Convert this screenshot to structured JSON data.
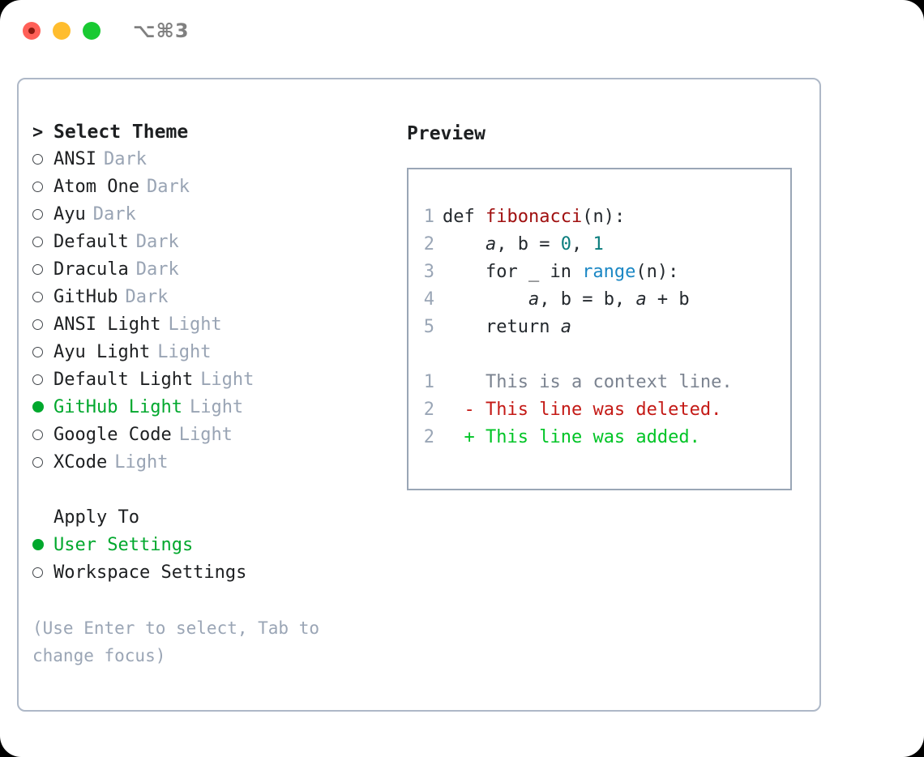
{
  "titlebar": {
    "shortcut": "⌥⌘3",
    "buttons": [
      "close",
      "minimize",
      "maximize"
    ]
  },
  "theme_list": {
    "header_marker": ">",
    "header_label": "Select Theme",
    "items": [
      {
        "marker": "radio",
        "selected": false,
        "label": "ANSI",
        "variant": "Dark"
      },
      {
        "marker": "radio",
        "selected": false,
        "label": "Atom One",
        "variant": "Dark"
      },
      {
        "marker": "radio",
        "selected": false,
        "label": "Ayu",
        "variant": "Dark"
      },
      {
        "marker": "radio",
        "selected": false,
        "label": "Default",
        "variant": "Dark"
      },
      {
        "marker": "radio",
        "selected": false,
        "label": "Dracula",
        "variant": "Dark"
      },
      {
        "marker": "radio",
        "selected": false,
        "label": "GitHub",
        "variant": "Dark"
      },
      {
        "marker": "radio",
        "selected": false,
        "label": "ANSI Light",
        "variant": "Light"
      },
      {
        "marker": "radio",
        "selected": false,
        "label": "Ayu Light",
        "variant": "Light"
      },
      {
        "marker": "radio",
        "selected": false,
        "label": "Default Light",
        "variant": "Light"
      },
      {
        "marker": "radio",
        "selected": true,
        "label": "GitHub Light",
        "variant": "Light"
      },
      {
        "marker": "radio",
        "selected": false,
        "label": "Google Code",
        "variant": "Light"
      },
      {
        "marker": "radio",
        "selected": false,
        "label": "XCode",
        "variant": "Light"
      }
    ]
  },
  "apply_to": {
    "header_label": "Apply To",
    "items": [
      {
        "selected": true,
        "label": "User Settings"
      },
      {
        "selected": false,
        "label": "Workspace Settings"
      }
    ]
  },
  "hint": "(Use Enter to select, Tab to change focus)",
  "preview": {
    "title": "Preview",
    "code_lines": [
      {
        "num": "1",
        "segments": [
          {
            "text": "def ",
            "style": "tok-def"
          },
          {
            "text": "fibonacci",
            "style": "tok-fn"
          },
          {
            "text": "(n):",
            "style": "tok-punc"
          }
        ]
      },
      {
        "num": "2",
        "segments": [
          {
            "text": "    ",
            "style": "tok-punc"
          },
          {
            "text": "a",
            "style": "tok-var"
          },
          {
            "text": ", ",
            "style": "tok-punc"
          },
          {
            "text": "b",
            "style": "tok-kw"
          },
          {
            "text": " = ",
            "style": "tok-punc"
          },
          {
            "text": "0",
            "style": "tok-num"
          },
          {
            "text": ", ",
            "style": "tok-punc"
          },
          {
            "text": "1",
            "style": "tok-num"
          }
        ]
      },
      {
        "num": "3",
        "segments": [
          {
            "text": "    for _ in ",
            "style": "tok-kw"
          },
          {
            "text": "range",
            "style": "tok-builtin"
          },
          {
            "text": "(n):",
            "style": "tok-punc"
          }
        ]
      },
      {
        "num": "4",
        "segments": [
          {
            "text": "        ",
            "style": "tok-punc"
          },
          {
            "text": "a",
            "style": "tok-var"
          },
          {
            "text": ", b = b, ",
            "style": "tok-punc"
          },
          {
            "text": "a",
            "style": "tok-var"
          },
          {
            "text": " + b",
            "style": "tok-punc"
          }
        ]
      },
      {
        "num": "5",
        "segments": [
          {
            "text": "    return ",
            "style": "tok-kw"
          },
          {
            "text": "a",
            "style": "tok-var"
          }
        ]
      }
    ],
    "diff_lines": [
      {
        "num": "1",
        "sign": " ",
        "text": " This is a context line.",
        "style": "diff-ctx"
      },
      {
        "num": "2",
        "sign": "-",
        "text": " This line was deleted.",
        "style": "diff-del"
      },
      {
        "num": "2",
        "sign": "+",
        "text": " This line was added.",
        "style": "diff-add"
      }
    ]
  },
  "colors": {
    "accent_green": "#00a82d",
    "muted": "#99a4b4",
    "text": "#1d1f21",
    "border": "#aeb8c7",
    "preview_border": "#9aa6b6",
    "diff_added": "#00c426",
    "diff_deleted": "#c41a16",
    "syntax_function": "#a01010",
    "syntax_number": "#0a7d7d",
    "syntax_builtin": "#1b87c4"
  }
}
